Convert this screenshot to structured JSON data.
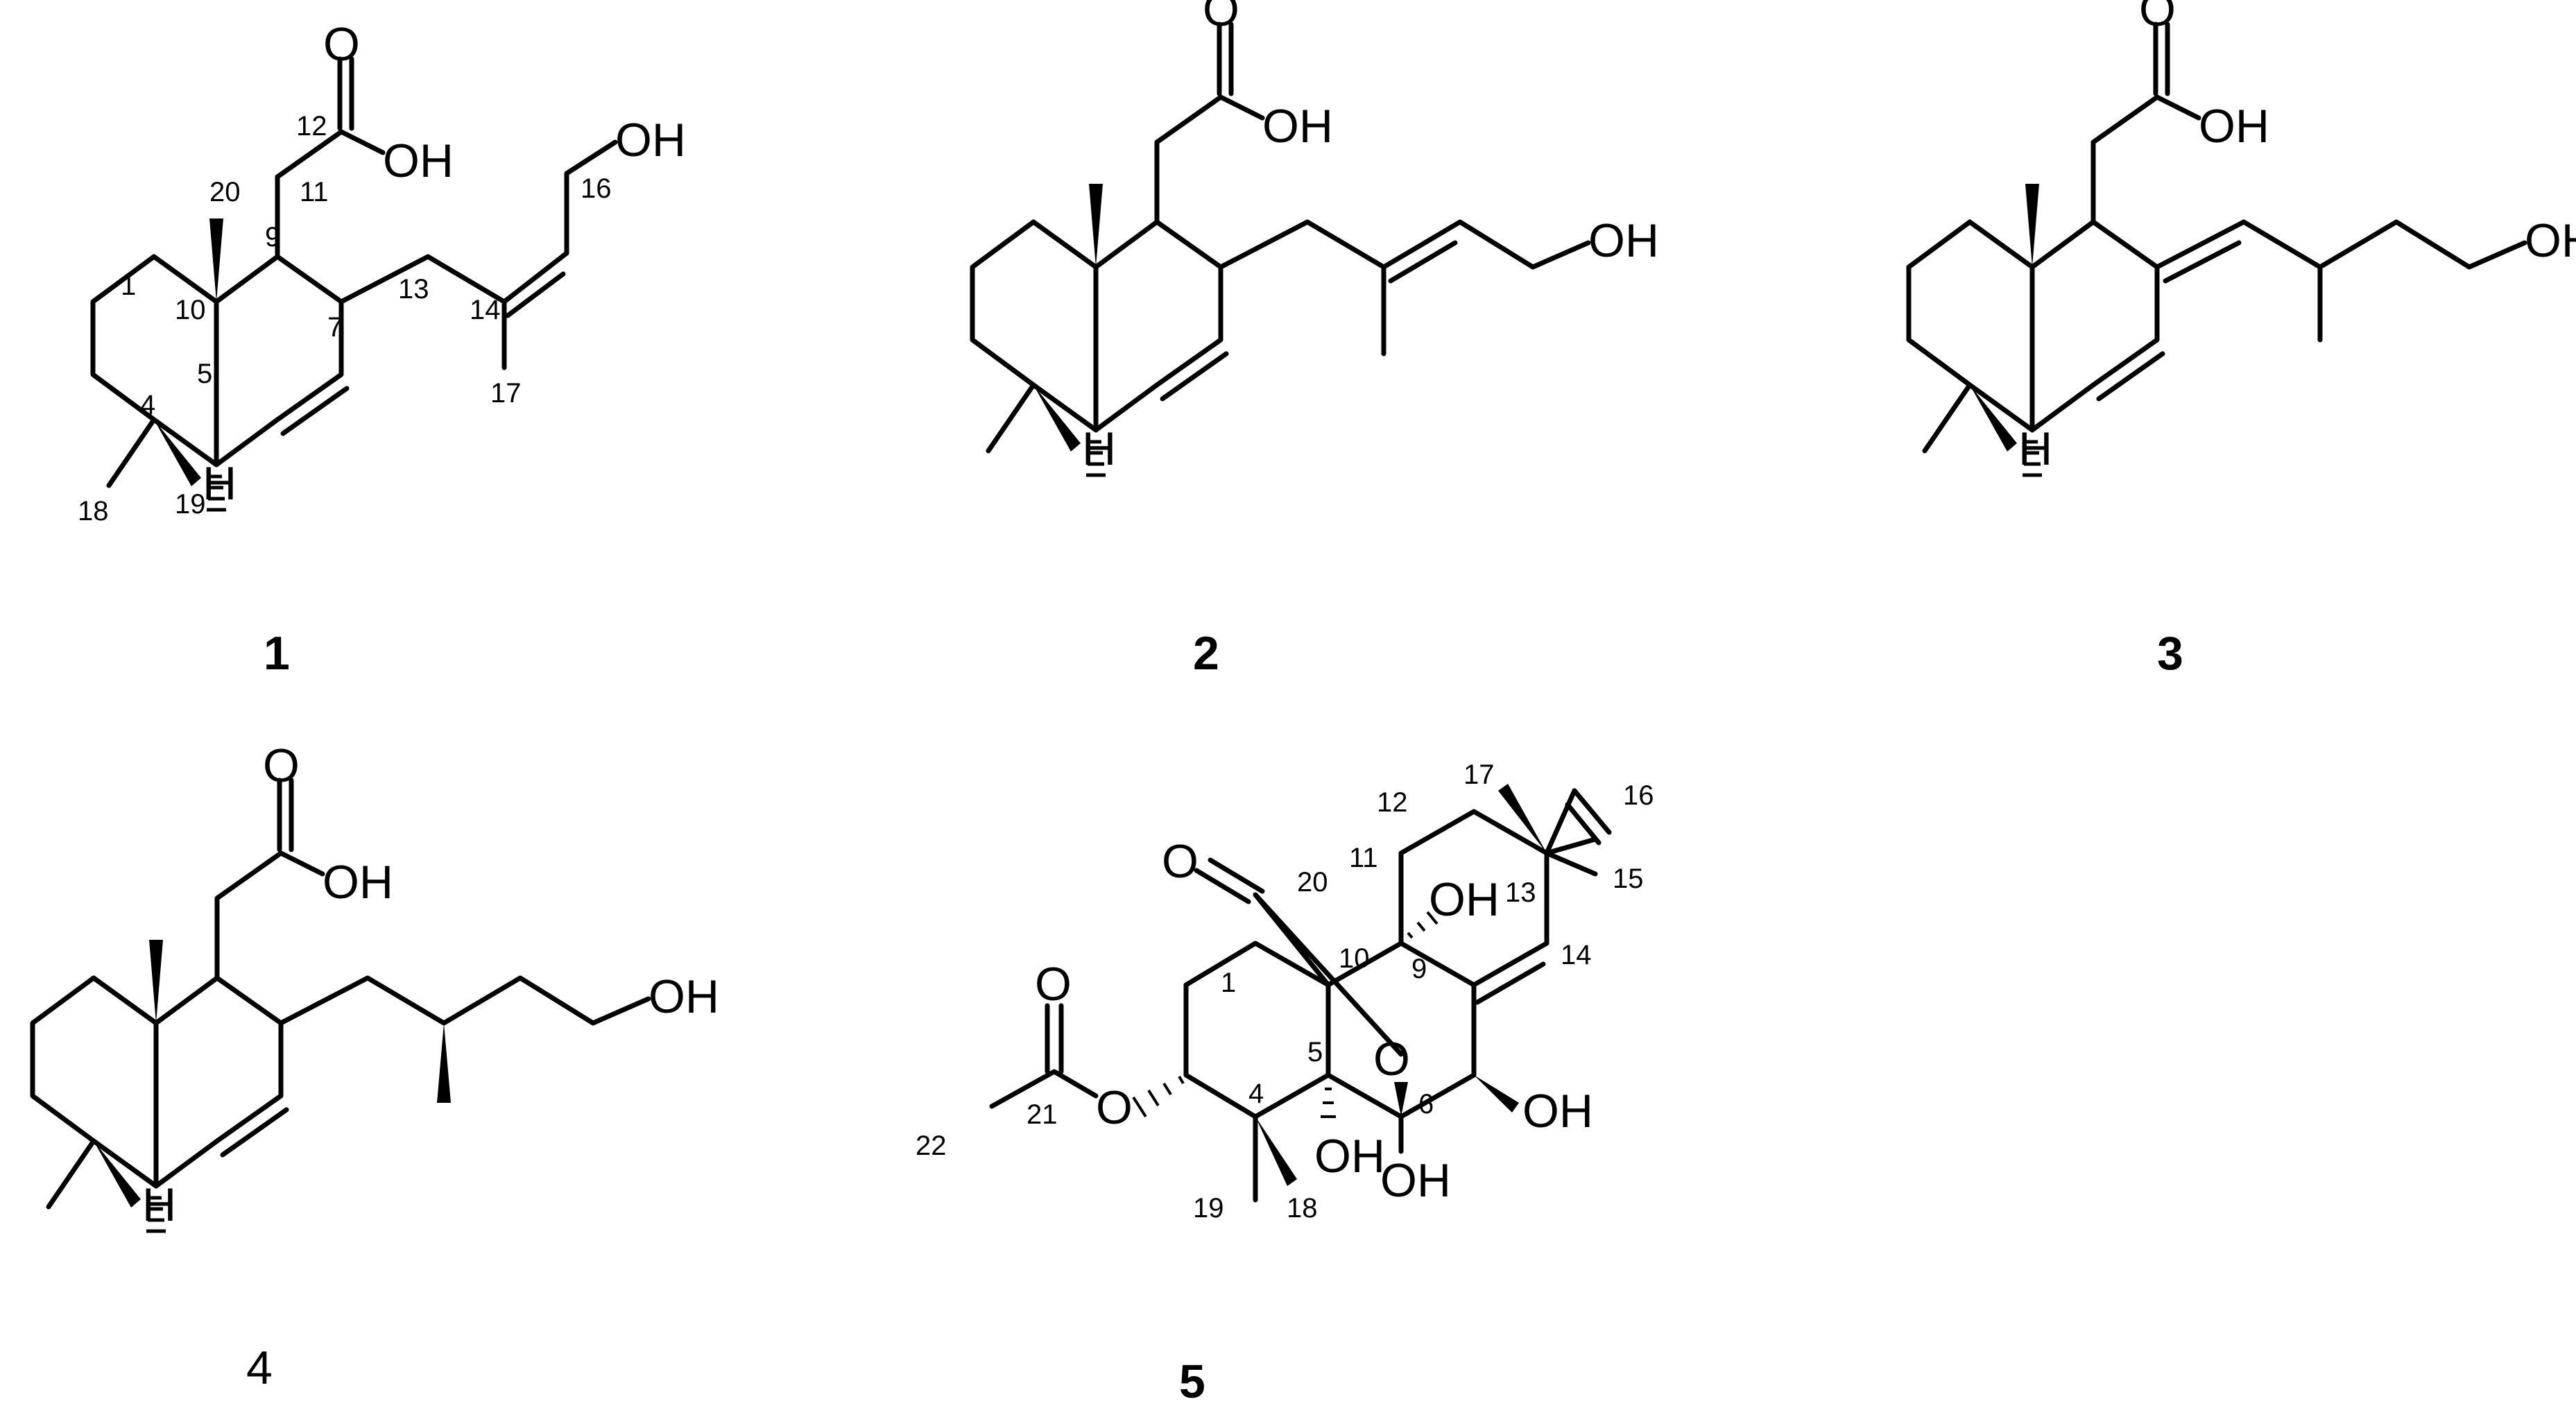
{
  "atoms": {
    "oxygen": "O",
    "hydroxyl": "OH",
    "hydrogen": "H"
  },
  "compounds": {
    "c1": {
      "label": "1",
      "numbers": {
        "n1": "1",
        "n4": "4",
        "n5": "5",
        "n7": "7",
        "n9": "9",
        "n10": "10",
        "n11": "11",
        "n12": "12",
        "n13": "13",
        "n14": "14",
        "n16": "16",
        "n17": "17",
        "n18": "18",
        "n19": "19",
        "n20": "20"
      }
    },
    "c2": {
      "label": "2"
    },
    "c3": {
      "label": "3"
    },
    "c4": {
      "label": "4"
    },
    "c5": {
      "label": "5",
      "numbers": {
        "n1": "1",
        "n4": "4",
        "n5": "5",
        "n6": "6",
        "n9": "9",
        "n10": "10",
        "n11": "11",
        "n12": "12",
        "n13": "13",
        "n14": "14",
        "n15": "15",
        "n16": "16",
        "n17": "17",
        "n18": "18",
        "n19": "19",
        "n20": "20",
        "n21": "21",
        "n22": "22"
      }
    }
  }
}
